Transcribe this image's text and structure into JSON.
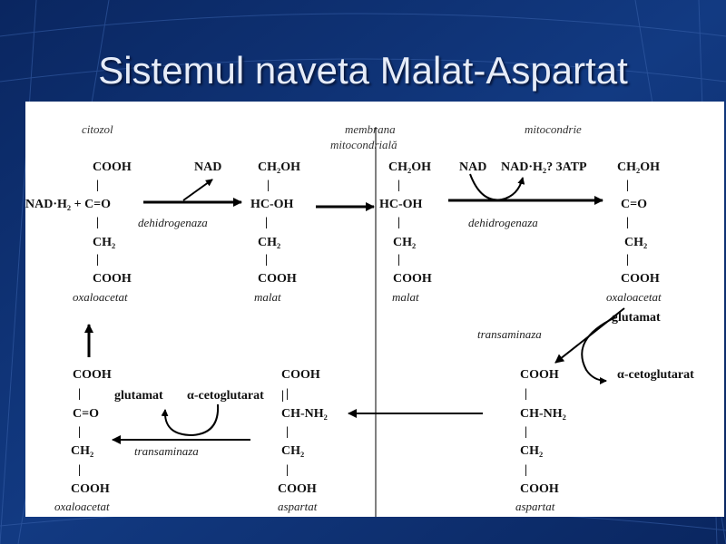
{
  "title": "Sistemul naveta Malat-Aspartat",
  "colors": {
    "background": "#0f2f6e",
    "panel": "#ffffff",
    "title": "#e6ecf8"
  },
  "headers": {
    "cytosol": "citozol",
    "membrane_line1": "membrana",
    "membrane_line2": "mitocondrială",
    "mitochondrion": "mitocondrie"
  },
  "left_top": {
    "reducer": "NAD·H₂ + C=O",
    "cooh_top": "COOH",
    "ch2": "CH₂",
    "cooh_bottom": "COOH",
    "name": "oxaloacetat",
    "product": "NAD",
    "enzyme": "dehidrogenaza"
  },
  "malate_cytosol": {
    "ch2oh": "CH₂OH",
    "hcoh": "HC-OH",
    "ch2": "CH₂",
    "cooh": "COOH",
    "name": "malat"
  },
  "malate_mito": {
    "ch2oh": "CH₂OH",
    "hcoh": "HC-OH",
    "ch2": "CH₂",
    "cooh": "COOH",
    "name": "malat",
    "cofactor_in": "NAD",
    "cofactor_out": "NAD·H₂? 3ATP",
    "enzyme": "dehidrogenaza"
  },
  "oxaloacetate_mito": {
    "ch2oh": "CH₂OH",
    "co": "C=O",
    "ch2": "CH₂",
    "cooh": "COOH",
    "name": "oxaloacetat"
  },
  "transamination_mito": {
    "enzyme": "transaminaza",
    "input": "glutamat",
    "output": "α-cetoglutarat"
  },
  "aspartate_mito": {
    "cooh": "COOH",
    "chnh2": "CH-NH₂",
    "ch2": "CH₂",
    "cooh_bottom": "COOH",
    "name": "aspartat"
  },
  "aspartate_cytosol": {
    "cooh": "COOH",
    "chnh2": "CH-NH₂",
    "ch2": "CH₂",
    "cooh_bottom": "COOH",
    "name": "aspartat"
  },
  "transamination_cytosol": {
    "input": "glutamat",
    "output": "α-cetoglutarat",
    "enzyme": "transaminaza"
  },
  "left_bottom": {
    "cooh": "COOH",
    "co": "C=O",
    "ch2": "CH₂",
    "cooh_bottom": "COOH",
    "name": "oxaloacetat"
  },
  "bond": "|"
}
